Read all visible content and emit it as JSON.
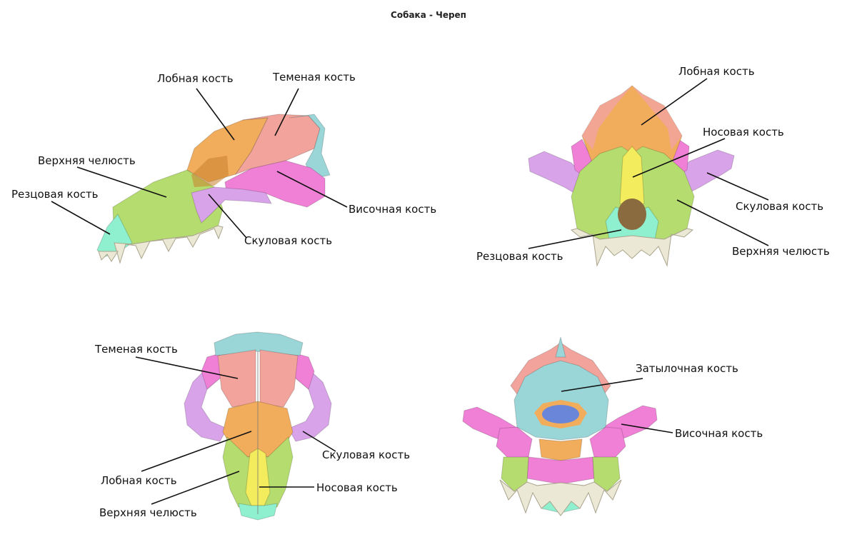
{
  "title": "Собака - Череп",
  "colors": {
    "frontal": "#f2ad5c",
    "parietal": "#f2a39b",
    "maxilla": "#b5dc6e",
    "incisive": "#8ff0cf",
    "zygomatic": "#d9a3ea",
    "temporal": "#f07fd6",
    "nasal": "#f3ec5c",
    "occipital": "#9ad6d8",
    "teeth": "#ece8d6"
  },
  "views": {
    "lateral": {
      "frontal": "Лобная кость",
      "parietal": "Теменая кость",
      "maxilla": "Верхняя челюсть",
      "incisive": "Резцовая кость",
      "temporal": "Височная кость",
      "zygomatic": "Скуловая кость"
    },
    "frontal_view": {
      "frontal": "Лобная кость",
      "nasal": "Носовая кость",
      "zygomatic": "Скуловая кость",
      "maxilla": "Верхняя челюсть",
      "incisive": "Резцовая кость"
    },
    "dorsal": {
      "parietal": "Теменая кость",
      "zygomatic": "Скуловая кость",
      "frontal": "Лобная кость",
      "nasal": "Носовая кость",
      "maxilla": "Верхняя челюсть"
    },
    "caudal": {
      "occipital": "Затылочная кость",
      "temporal": "Височная кость"
    }
  }
}
